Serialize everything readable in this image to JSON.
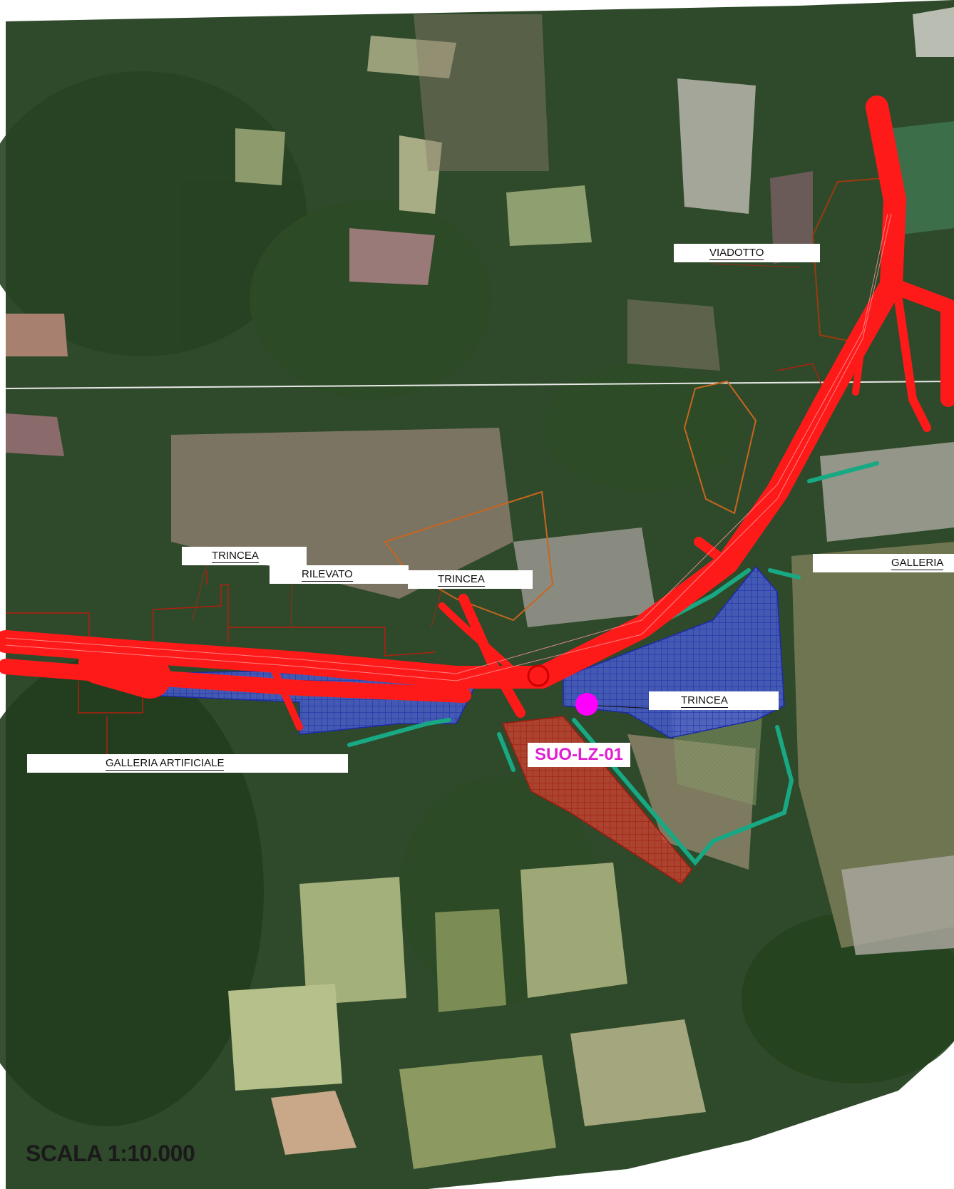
{
  "map": {
    "labels": {
      "viadotto": "VIADOTTO",
      "galleria": "GALLERIA",
      "trincea_left": "TRINCEA",
      "rilevato": "RILEVATO",
      "trincea_mid": "TRINCEA",
      "trincea_right": "TRINCEA",
      "galleria_artificiale": "GALLERIA ARTIFICIALE"
    },
    "zone_label": "SUO-LZ-01",
    "scale": "SCALA 1:10.000"
  },
  "colors": {
    "road": "#ff1a1a",
    "blue_zone": "#3b4fd6",
    "red_zone": "#e0332a",
    "green_line": "#18a883",
    "brown_outline": "#c8651e",
    "marker": "#ff00ff",
    "zone_text": "#e020d0"
  }
}
